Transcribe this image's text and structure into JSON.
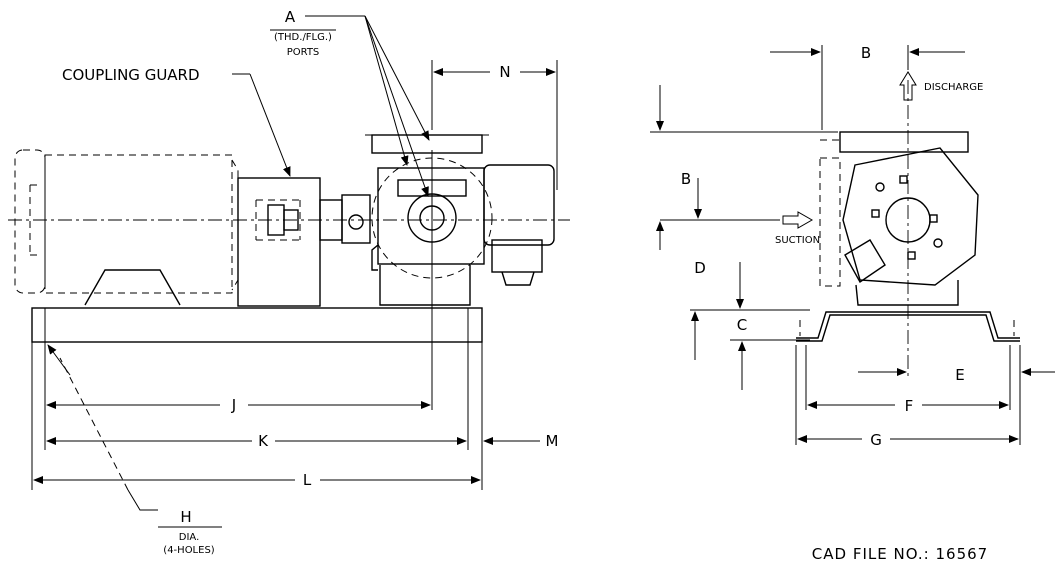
{
  "labels": {
    "A": "A",
    "A_sub": "(THD./FLG.)",
    "A_sub2": "PORTS",
    "coupling_guard": "COUPLING GUARD",
    "N": "N",
    "B_top": "B",
    "B_left": "B",
    "discharge": "DISCHARGE",
    "suction": "SUCTION",
    "C": "C",
    "D": "D",
    "E": "E",
    "F": "F",
    "G": "G",
    "J": "J",
    "K": "K",
    "L": "L",
    "M": "M",
    "H": "H",
    "H_sub": "DIA.",
    "H_sub2": "(4-HOLES)"
  },
  "cad_file": "CAD FILE NO.: 16567"
}
